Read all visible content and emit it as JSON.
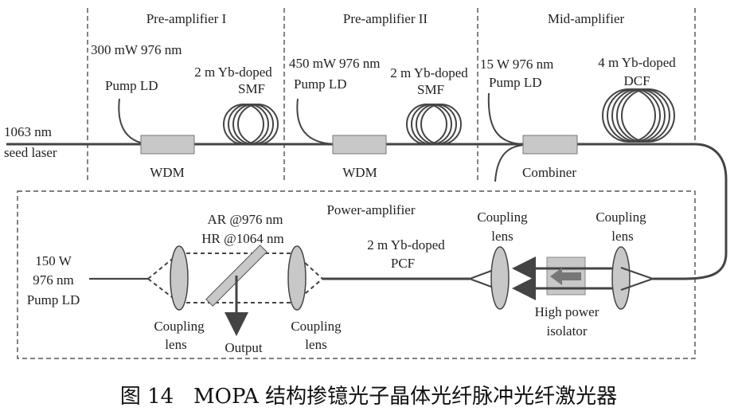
{
  "sections": {
    "pre1": "Pre-amplifier I",
    "pre2": "Pre-amplifier II",
    "mid": "Mid-amplifier",
    "power": "Power-amplifier"
  },
  "seed": {
    "line1": "1063 nm",
    "line2": "seed laser"
  },
  "pre1": {
    "pump_power": "300 mW 976 nm",
    "pump_name": "Pump LD",
    "fiber1": "2 m Yb-doped",
    "fiber2": "SMF",
    "coupler": "WDM"
  },
  "pre2": {
    "pump_power": "450 mW 976 nm",
    "pump_name": "Pump LD",
    "fiber1": "2 m Yb-doped",
    "fiber2": "SMF",
    "coupler": "WDM"
  },
  "mid": {
    "pump_power": "15 W 976 nm",
    "pump_name": "Pump LD",
    "fiber1": "4 m Yb-doped",
    "fiber2": "DCF",
    "coupler": "Combiner"
  },
  "power": {
    "pump_line1": "150 W",
    "pump_line2": "976 nm",
    "pump_line3": "Pump LD",
    "mirror_line1": "AR @976 nm",
    "mirror_line2": "HR @1064 nm",
    "fiber1": "2 m Yb-doped",
    "fiber2": "PCF",
    "coupling_word": "Coupling",
    "lens_word": "lens",
    "output": "Output",
    "isolator1": "High power",
    "isolator2": "isolator"
  },
  "caption": "图 14   MOPA 结构掺镱光子晶体光纤脉冲光纤激光器"
}
